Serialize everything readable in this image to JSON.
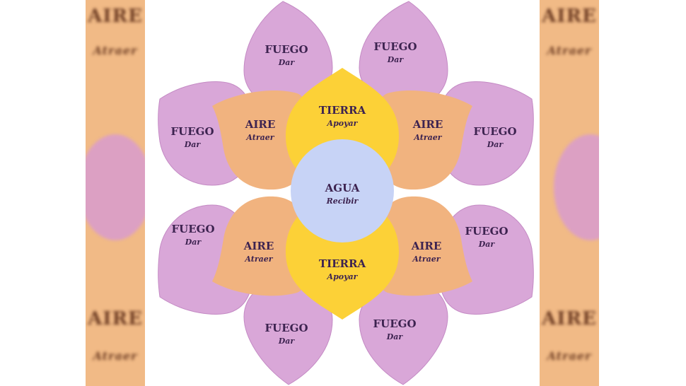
{
  "colors": {
    "fuego_petal": "#d9a7d8",
    "fuego_stroke": "#c48ac4",
    "aire_petal": "#f1b37f",
    "tierra_petal": "#fcd137",
    "agua_center": "#c7d3f6",
    "strip_bg": "#f1ba86",
    "label_text": "#3d2350"
  },
  "side_strips": {
    "top_text": "AIRE",
    "top_sub": "Atraer",
    "bottom_text": "AIRE",
    "bottom_sub": "Atraer"
  },
  "diagram": {
    "fuego": [
      {
        "title": "FUEGO",
        "sub": "Dar"
      },
      {
        "title": "FUEGO",
        "sub": "Dar"
      },
      {
        "title": "FUEGO",
        "sub": "Dar"
      },
      {
        "title": "FUEGO",
        "sub": "Dar"
      },
      {
        "title": "FUEGO",
        "sub": "Dar"
      },
      {
        "title": "FUEGO",
        "sub": "Dar"
      },
      {
        "title": "FUEGO",
        "sub": "Dar"
      },
      {
        "title": "FUEGO",
        "sub": "Dar"
      }
    ],
    "aire": [
      {
        "title": "AIRE",
        "sub": "Atraer"
      },
      {
        "title": "AIRE",
        "sub": "Atraer"
      },
      {
        "title": "AIRE",
        "sub": "Atraer"
      },
      {
        "title": "AIRE",
        "sub": "Atraer"
      }
    ],
    "tierra": [
      {
        "title": "TIERRA",
        "sub": "Apoyar"
      },
      {
        "title": "TIERRA",
        "sub": "Apoyar"
      }
    ],
    "agua": {
      "title": "AGUA",
      "sub": "Recibir"
    }
  }
}
